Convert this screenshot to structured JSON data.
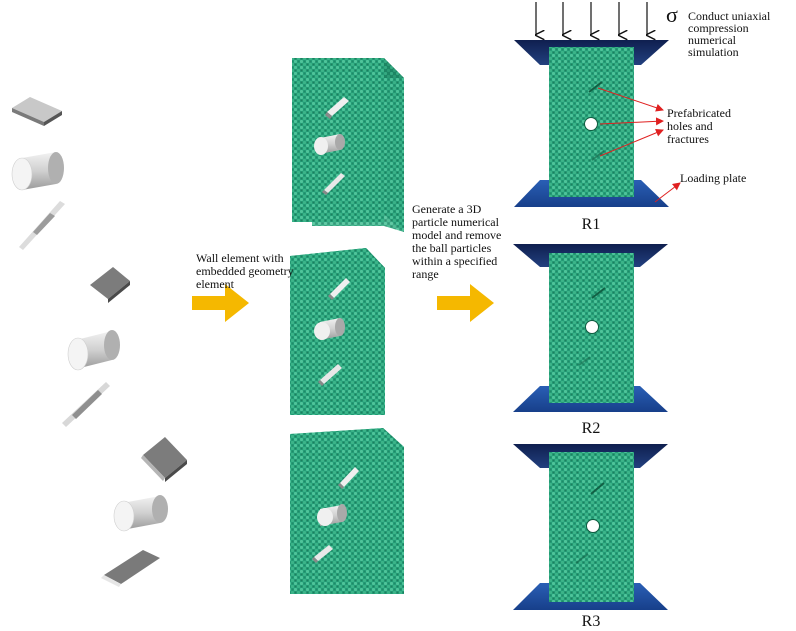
{
  "labels": {
    "wall_element": "Wall element with\nembedded geometry\nelement",
    "generate_model": "Generate a 3D\nparticle numerical\nmodel and remove\nthe ball particles\nwithin a specified\nrange",
    "sigma": "σ",
    "conduct": "Conduct uniaxial\ncompression numerical\nsimulation",
    "prefab": "Prefabricated\nholes and\nfractures",
    "loading_plate": "Loading plate"
  },
  "samples": [
    {
      "id": "R1",
      "label": "R1"
    },
    {
      "id": "R2",
      "label": "R2"
    },
    {
      "id": "R3",
      "label": "R3"
    }
  ],
  "colors": {
    "particle_green": "#2aa57c",
    "particle_dark": "#1d7f5e",
    "plate_navy": "#1a2d66",
    "plate_blue": "#1e4fa0",
    "arrow_yellow": "#f5b800",
    "annotation_red": "#e02020",
    "geometry_gray": "#8c8c8c"
  }
}
